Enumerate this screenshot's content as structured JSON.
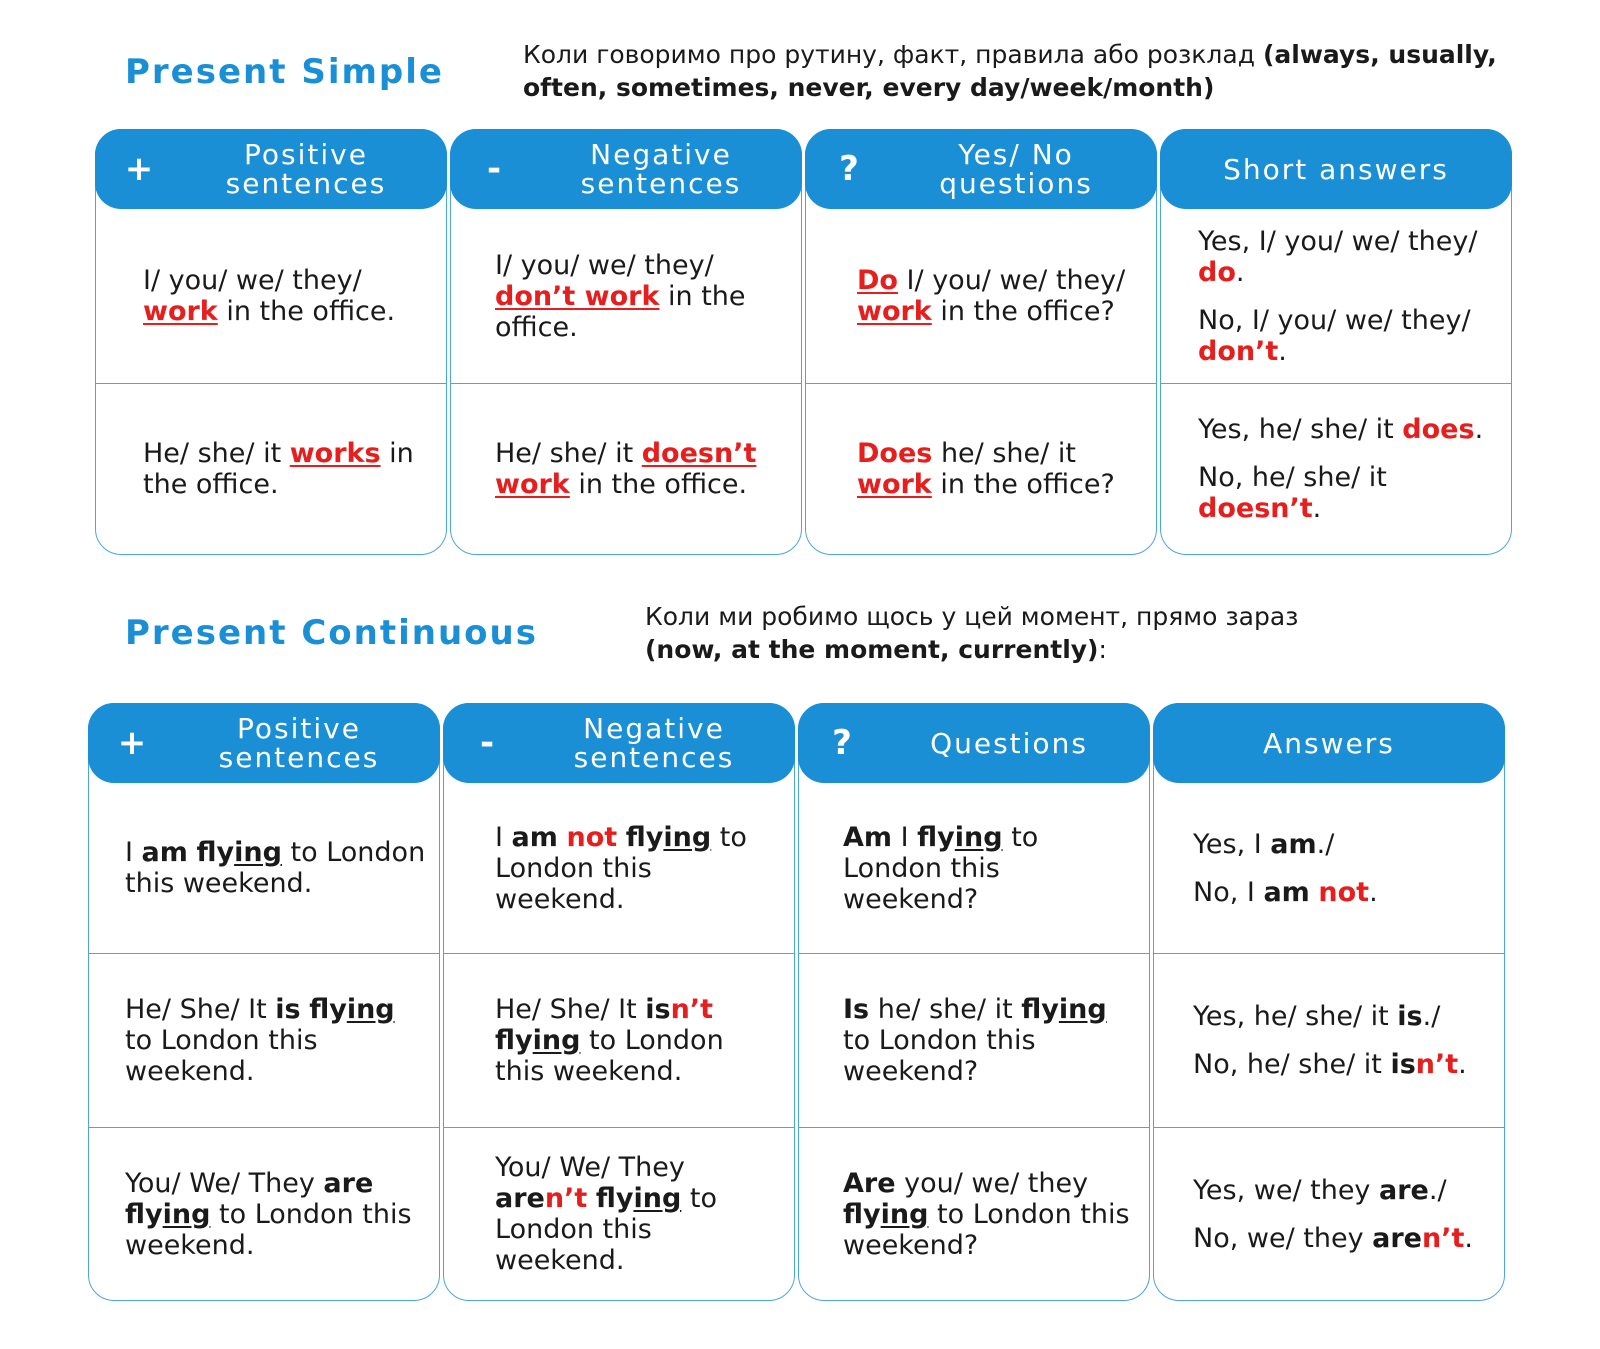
{
  "present_simple": {
    "title": "Present Simple",
    "description": {
      "normal": "Коли говоримо про рутину, факт, правила або розклад ",
      "bold": "(always, usually, often, sometimes, never, every day/week/month)"
    },
    "headers": [
      {
        "symbol": "+",
        "label": "Positive sentences"
      },
      {
        "symbol": "-",
        "label": "Negative sentences"
      },
      {
        "symbol": "?",
        "label": "Yes/ No questions"
      },
      {
        "symbol": "",
        "label": "Short answers"
      }
    ],
    "rows": [
      {
        "positive": [
          {
            "t": "I/ you/ we/ they/ "
          },
          {
            "t": "work",
            "s": "ru"
          },
          {
            "t": " in the office."
          }
        ],
        "negative": [
          {
            "t": "I/ you/ we/ they/ "
          },
          {
            "t": "don’t work",
            "s": "ru"
          },
          {
            "t": " in the office."
          }
        ],
        "question": [
          {
            "t": "Do",
            "s": "ru"
          },
          {
            "t": " I/ you/ we/ they/ "
          },
          {
            "t": "work",
            "s": "ru"
          },
          {
            "t": " in the office?"
          }
        ],
        "answers": [
          [
            {
              "t": "Yes, I/ you/ we/ they/ "
            },
            {
              "t": "do",
              "s": "r"
            },
            {
              "t": "."
            }
          ],
          [
            {
              "t": "No, I/ you/ we/ they/ "
            },
            {
              "t": "don’t",
              "s": "r"
            },
            {
              "t": "."
            }
          ]
        ]
      },
      {
        "positive": [
          {
            "t": "He/ she/ it "
          },
          {
            "t": "works",
            "s": "ru"
          },
          {
            "t": " in the office."
          }
        ],
        "negative": [
          {
            "t": "He/ she/ it "
          },
          {
            "t": "doesn’t",
            "s": "ru"
          },
          {
            "t": " "
          },
          {
            "t": "work",
            "s": "ru"
          },
          {
            "t": " in the office."
          }
        ],
        "question": [
          {
            "t": "Does",
            "s": "r"
          },
          {
            "t": " he/ she/ it "
          },
          {
            "t": "work",
            "s": "ru"
          },
          {
            "t": " in the office?"
          }
        ],
        "answers": [
          [
            {
              "t": "Yes, he/ she/ it "
            },
            {
              "t": "does",
              "s": "r"
            },
            {
              "t": "."
            }
          ],
          [
            {
              "t": "No, he/ she/ it "
            },
            {
              "t": "doesn’t",
              "s": "r"
            },
            {
              "t": "."
            }
          ]
        ]
      }
    ]
  },
  "present_continuous": {
    "title": "Present Continuous",
    "description": {
      "normal": "Коли ми робимо щось у цей момент, прямо зараз ",
      "bold": "(now, at the moment, currently)",
      "tail": ":"
    },
    "headers": [
      {
        "symbol": "+",
        "label": "Positive sentences"
      },
      {
        "symbol": "-",
        "label": "Negative sentences"
      },
      {
        "symbol": "?",
        "label": "Questions"
      },
      {
        "symbol": "",
        "label": "Answers"
      }
    ],
    "rows": [
      {
        "positive": [
          {
            "t": "I "
          },
          {
            "t": "am",
            "s": "k"
          },
          {
            "t": " "
          },
          {
            "t": "fly",
            "s": "k"
          },
          {
            "t": "ing",
            "s": "ku"
          },
          {
            "t": " to London this weekend."
          }
        ],
        "negative": [
          {
            "t": "I "
          },
          {
            "t": "am",
            "s": "k"
          },
          {
            "t": " "
          },
          {
            "t": "not",
            "s": "r"
          },
          {
            "t": " "
          },
          {
            "t": "fly",
            "s": "k"
          },
          {
            "t": "ing",
            "s": "ku"
          },
          {
            "t": " to London this weekend."
          }
        ],
        "question": [
          {
            "t": "Am",
            "s": "k"
          },
          {
            "t": " I "
          },
          {
            "t": "fly",
            "s": "k"
          },
          {
            "t": "ing",
            "s": "ku"
          },
          {
            "t": " to London this weekend?"
          }
        ],
        "answers": [
          [
            {
              "t": "Yes, I "
            },
            {
              "t": "am",
              "s": "k"
            },
            {
              "t": "./"
            }
          ],
          [
            {
              "t": "No, I "
            },
            {
              "t": "am",
              "s": "k"
            },
            {
              "t": " "
            },
            {
              "t": "not",
              "s": "r"
            },
            {
              "t": "."
            }
          ]
        ]
      },
      {
        "positive": [
          {
            "t": "He/ She/ It "
          },
          {
            "t": "is",
            "s": "k"
          },
          {
            "t": " "
          },
          {
            "t": "fly",
            "s": "k"
          },
          {
            "t": "ing",
            "s": "ku"
          },
          {
            "t": " to London this weekend."
          }
        ],
        "negative": [
          {
            "t": "He/ She/ It "
          },
          {
            "t": "is",
            "s": "k"
          },
          {
            "t": "n’t",
            "s": "r"
          },
          {
            "t": " "
          },
          {
            "t": "fly",
            "s": "k"
          },
          {
            "t": "ing",
            "s": "ku"
          },
          {
            "t": " to London this weekend."
          }
        ],
        "question": [
          {
            "t": "Is",
            "s": "k"
          },
          {
            "t": " he/ she/ it "
          },
          {
            "t": "fly",
            "s": "k"
          },
          {
            "t": "ing",
            "s": "ku"
          },
          {
            "t": " to London this weekend?"
          }
        ],
        "answers": [
          [
            {
              "t": "Yes, he/ she/ it "
            },
            {
              "t": "is",
              "s": "k"
            },
            {
              "t": "./"
            }
          ],
          [
            {
              "t": "No, he/ she/ it "
            },
            {
              "t": "is",
              "s": "k"
            },
            {
              "t": "n’t",
              "s": "r"
            },
            {
              "t": "."
            }
          ]
        ]
      },
      {
        "positive": [
          {
            "t": "You/ We/ They "
          },
          {
            "t": "are",
            "s": "k"
          },
          {
            "t": " "
          },
          {
            "t": "fly",
            "s": "k"
          },
          {
            "t": "ing",
            "s": "ku"
          },
          {
            "t": " to London this weekend."
          }
        ],
        "negative": [
          {
            "t": "You/ We/ They "
          },
          {
            "t": "are",
            "s": "k"
          },
          {
            "t": "n’t",
            "s": "r"
          },
          {
            "t": " "
          },
          {
            "t": "fly",
            "s": "k"
          },
          {
            "t": "ing",
            "s": "ku"
          },
          {
            "t": " to London this weekend."
          }
        ],
        "question": [
          {
            "t": "Are",
            "s": "k"
          },
          {
            "t": " you/ we/ they "
          },
          {
            "t": "fly",
            "s": "k"
          },
          {
            "t": "ing",
            "s": "ku"
          },
          {
            "t": " to London this weekend?"
          }
        ],
        "answers": [
          [
            {
              "t": "Yes, we/ they "
            },
            {
              "t": "are",
              "s": "k"
            },
            {
              "t": "./"
            }
          ],
          [
            {
              "t": "No, we/ they "
            },
            {
              "t": "are",
              "s": "k"
            },
            {
              "t": "n’t",
              "s": "r"
            },
            {
              "t": "."
            }
          ]
        ]
      }
    ]
  }
}
